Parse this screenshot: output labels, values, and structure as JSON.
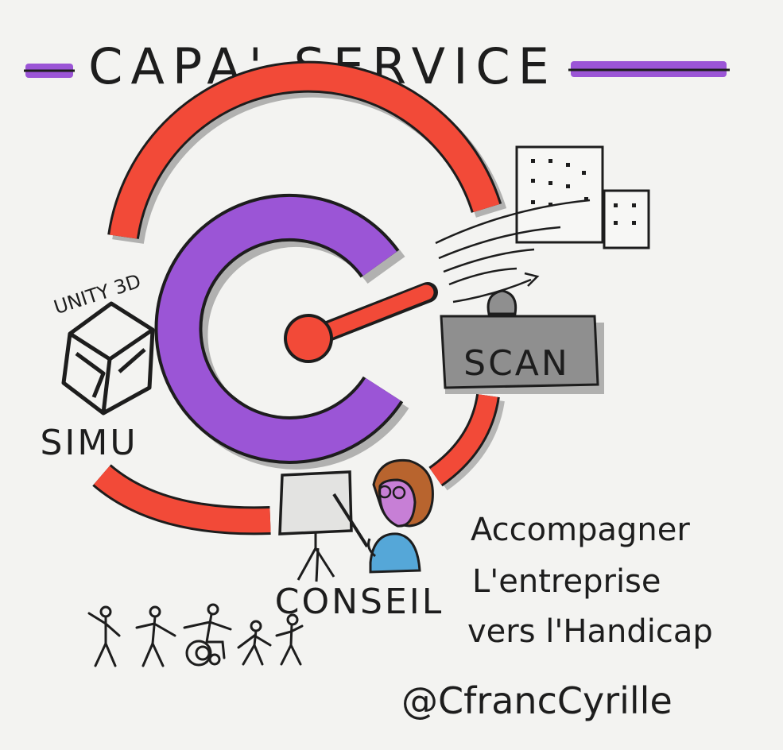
{
  "title": "CAPA' SERVICE",
  "labels": {
    "unity": "UNITY 3D",
    "simu": "SIMU",
    "scan": "SCAN",
    "conseil": "CONSEIL"
  },
  "tagline": {
    "line1": "Accompagner",
    "line2": "L'entreprise",
    "line3": "vers l'Handicap"
  },
  "handle": "@CfrancCyrille",
  "colors": {
    "purple": "#9b55d6",
    "red": "#f24a38",
    "gray": "#8f8f8f",
    "ink": "#1d1d1d",
    "blue": "#55a7d8",
    "hair": "#b8642e",
    "paper": "#f3f3f1"
  }
}
